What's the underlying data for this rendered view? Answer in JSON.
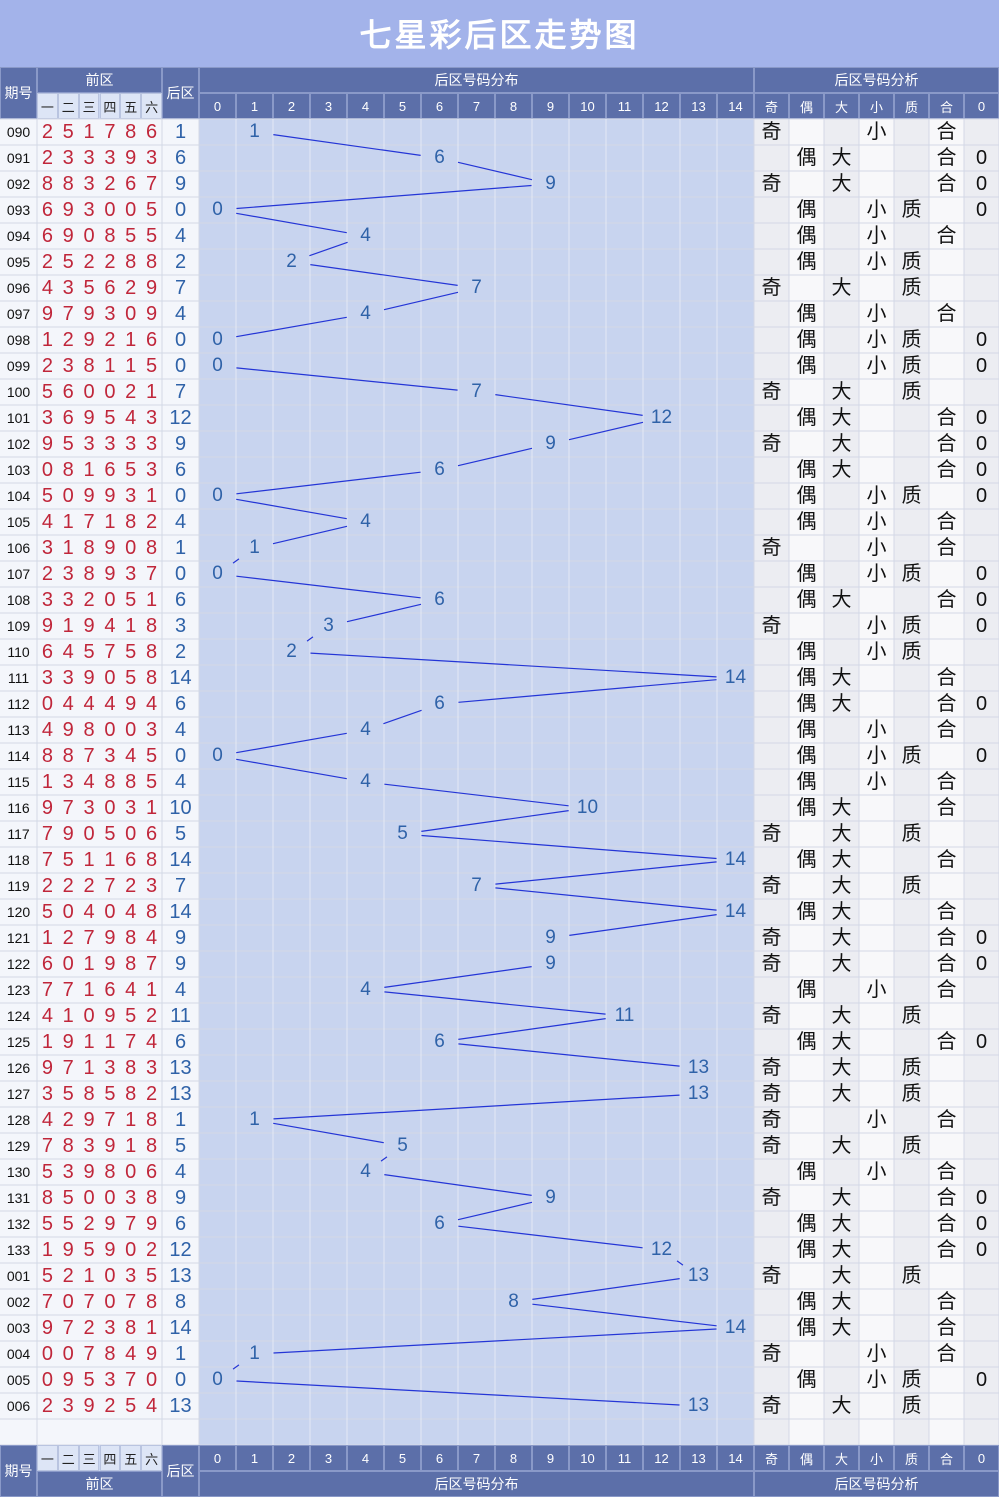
{
  "title": "七星彩后区走势图",
  "headers": {
    "issue_label": "期号",
    "front_label": "前区",
    "front_cols": [
      "一",
      "二",
      "三",
      "四",
      "五",
      "六"
    ],
    "back_label": "后区",
    "dist_label": "后区号码分布",
    "dist_cols": [
      "0",
      "1",
      "2",
      "3",
      "4",
      "5",
      "6",
      "7",
      "8",
      "9",
      "10",
      "11",
      "12",
      "13",
      "14"
    ],
    "analysis_label": "后区号码分析",
    "analysis_cols": [
      "奇",
      "偶",
      "大",
      "小",
      "质",
      "合",
      "0"
    ]
  },
  "colors": {
    "title_bg": "#a3b3ea",
    "header_bg": "#5c6fa9",
    "front_digit": "#c0263a",
    "back_digit": "#2f62a8",
    "trend_line": "#2435d6"
  },
  "chart_data": {
    "type": "table",
    "title": "七星彩后区走势图",
    "rows": [
      {
        "issue": "090",
        "front": "251786",
        "back": "1",
        "analysis": [
          "奇",
          "",
          "",
          "小",
          "",
          "合",
          ""
        ]
      },
      {
        "issue": "091",
        "front": "233393",
        "back": "6",
        "analysis": [
          "",
          "偶",
          "大",
          "",
          "",
          "合",
          "0"
        ]
      },
      {
        "issue": "092",
        "front": "883267",
        "back": "9",
        "analysis": [
          "奇",
          "",
          "大",
          "",
          "",
          "合",
          "0"
        ]
      },
      {
        "issue": "093",
        "front": "693005",
        "back": "0",
        "analysis": [
          "",
          "偶",
          "",
          "小",
          "质",
          "",
          "0"
        ]
      },
      {
        "issue": "094",
        "front": "690855",
        "back": "4",
        "analysis": [
          "",
          "偶",
          "",
          "小",
          "",
          "合",
          ""
        ]
      },
      {
        "issue": "095",
        "front": "252288",
        "back": "2",
        "analysis": [
          "",
          "偶",
          "",
          "小",
          "质",
          "",
          ""
        ]
      },
      {
        "issue": "096",
        "front": "435629",
        "back": "7",
        "analysis": [
          "奇",
          "",
          "大",
          "",
          "质",
          "",
          ""
        ]
      },
      {
        "issue": "097",
        "front": "979309",
        "back": "4",
        "analysis": [
          "",
          "偶",
          "",
          "小",
          "",
          "合",
          ""
        ]
      },
      {
        "issue": "098",
        "front": "129216",
        "back": "0",
        "analysis": [
          "",
          "偶",
          "",
          "小",
          "质",
          "",
          "0"
        ]
      },
      {
        "issue": "099",
        "front": "238115",
        "back": "0",
        "analysis": [
          "",
          "偶",
          "",
          "小",
          "质",
          "",
          "0"
        ]
      },
      {
        "issue": "100",
        "front": "560021",
        "back": "7",
        "analysis": [
          "奇",
          "",
          "大",
          "",
          "质",
          "",
          ""
        ]
      },
      {
        "issue": "101",
        "front": "369543",
        "back": "12",
        "analysis": [
          "",
          "偶",
          "大",
          "",
          "",
          "合",
          "0"
        ]
      },
      {
        "issue": "102",
        "front": "953333",
        "back": "9",
        "analysis": [
          "奇",
          "",
          "大",
          "",
          "",
          "合",
          "0"
        ]
      },
      {
        "issue": "103",
        "front": "081653",
        "back": "6",
        "analysis": [
          "",
          "偶",
          "大",
          "",
          "",
          "合",
          "0"
        ]
      },
      {
        "issue": "104",
        "front": "509931",
        "back": "0",
        "analysis": [
          "",
          "偶",
          "",
          "小",
          "质",
          "",
          "0"
        ]
      },
      {
        "issue": "105",
        "front": "417182",
        "back": "4",
        "analysis": [
          "",
          "偶",
          "",
          "小",
          "",
          "合",
          ""
        ]
      },
      {
        "issue": "106",
        "front": "318908",
        "back": "1",
        "analysis": [
          "奇",
          "",
          "",
          "小",
          "",
          "合",
          ""
        ]
      },
      {
        "issue": "107",
        "front": "238937",
        "back": "0",
        "analysis": [
          "",
          "偶",
          "",
          "小",
          "质",
          "",
          "0"
        ]
      },
      {
        "issue": "108",
        "front": "332051",
        "back": "6",
        "analysis": [
          "",
          "偶",
          "大",
          "",
          "",
          "合",
          "0"
        ]
      },
      {
        "issue": "109",
        "front": "919418",
        "back": "3",
        "analysis": [
          "奇",
          "",
          "",
          "小",
          "质",
          "",
          "0"
        ]
      },
      {
        "issue": "110",
        "front": "645758",
        "back": "2",
        "analysis": [
          "",
          "偶",
          "",
          "小",
          "质",
          "",
          ""
        ]
      },
      {
        "issue": "111",
        "front": "339058",
        "back": "14",
        "analysis": [
          "",
          "偶",
          "大",
          "",
          "",
          "合",
          ""
        ]
      },
      {
        "issue": "112",
        "front": "044494",
        "back": "6",
        "analysis": [
          "",
          "偶",
          "大",
          "",
          "",
          "合",
          "0"
        ]
      },
      {
        "issue": "113",
        "front": "498003",
        "back": "4",
        "analysis": [
          "",
          "偶",
          "",
          "小",
          "",
          "合",
          ""
        ]
      },
      {
        "issue": "114",
        "front": "887345",
        "back": "0",
        "analysis": [
          "",
          "偶",
          "",
          "小",
          "质",
          "",
          "0"
        ]
      },
      {
        "issue": "115",
        "front": "134885",
        "back": "4",
        "analysis": [
          "",
          "偶",
          "",
          "小",
          "",
          "合",
          ""
        ]
      },
      {
        "issue": "116",
        "front": "973031",
        "back": "10",
        "analysis": [
          "",
          "偶",
          "大",
          "",
          "",
          "合",
          ""
        ]
      },
      {
        "issue": "117",
        "front": "790506",
        "back": "5",
        "analysis": [
          "奇",
          "",
          "大",
          "",
          "质",
          "",
          ""
        ]
      },
      {
        "issue": "118",
        "front": "751168",
        "back": "14",
        "analysis": [
          "",
          "偶",
          "大",
          "",
          "",
          "合",
          ""
        ]
      },
      {
        "issue": "119",
        "front": "222723",
        "back": "7",
        "analysis": [
          "奇",
          "",
          "大",
          "",
          "质",
          "",
          ""
        ]
      },
      {
        "issue": "120",
        "front": "504048",
        "back": "14",
        "analysis": [
          "",
          "偶",
          "大",
          "",
          "",
          "合",
          ""
        ]
      },
      {
        "issue": "121",
        "front": "127984",
        "back": "9",
        "analysis": [
          "奇",
          "",
          "大",
          "",
          "",
          "合",
          "0"
        ]
      },
      {
        "issue": "122",
        "front": "601987",
        "back": "9",
        "analysis": [
          "奇",
          "",
          "大",
          "",
          "",
          "合",
          "0"
        ]
      },
      {
        "issue": "123",
        "front": "771641",
        "back": "4",
        "analysis": [
          "",
          "偶",
          "",
          "小",
          "",
          "合",
          ""
        ]
      },
      {
        "issue": "124",
        "front": "410952",
        "back": "11",
        "analysis": [
          "奇",
          "",
          "大",
          "",
          "质",
          "",
          ""
        ]
      },
      {
        "issue": "125",
        "front": "191174",
        "back": "6",
        "analysis": [
          "",
          "偶",
          "大",
          "",
          "",
          "合",
          "0"
        ]
      },
      {
        "issue": "126",
        "front": "971383",
        "back": "13",
        "analysis": [
          "奇",
          "",
          "大",
          "",
          "质",
          "",
          ""
        ]
      },
      {
        "issue": "127",
        "front": "358582",
        "back": "13",
        "analysis": [
          "奇",
          "",
          "大",
          "",
          "质",
          "",
          ""
        ]
      },
      {
        "issue": "128",
        "front": "429718",
        "back": "1",
        "analysis": [
          "奇",
          "",
          "",
          "小",
          "",
          "合",
          ""
        ]
      },
      {
        "issue": "129",
        "front": "783918",
        "back": "5",
        "analysis": [
          "奇",
          "",
          "大",
          "",
          "质",
          "",
          ""
        ]
      },
      {
        "issue": "130",
        "front": "539806",
        "back": "4",
        "analysis": [
          "",
          "偶",
          "",
          "小",
          "",
          "合",
          ""
        ]
      },
      {
        "issue": "131",
        "front": "850038",
        "back": "9",
        "analysis": [
          "奇",
          "",
          "大",
          "",
          "",
          "合",
          "0"
        ]
      },
      {
        "issue": "132",
        "front": "552979",
        "back": "6",
        "analysis": [
          "",
          "偶",
          "大",
          "",
          "",
          "合",
          "0"
        ]
      },
      {
        "issue": "133",
        "front": "195902",
        "back": "12",
        "analysis": [
          "",
          "偶",
          "大",
          "",
          "",
          "合",
          "0"
        ]
      },
      {
        "issue": "001",
        "front": "521035",
        "back": "13",
        "analysis": [
          "奇",
          "",
          "大",
          "",
          "质",
          "",
          ""
        ]
      },
      {
        "issue": "002",
        "front": "707078",
        "back": "8",
        "analysis": [
          "",
          "偶",
          "大",
          "",
          "",
          "合",
          ""
        ]
      },
      {
        "issue": "003",
        "front": "972381",
        "back": "14",
        "analysis": [
          "",
          "偶",
          "大",
          "",
          "",
          "合",
          ""
        ]
      },
      {
        "issue": "004",
        "front": "007849",
        "back": "1",
        "analysis": [
          "奇",
          "",
          "",
          "小",
          "",
          "合",
          ""
        ]
      },
      {
        "issue": "005",
        "front": "095370",
        "back": "0",
        "analysis": [
          "",
          "偶",
          "",
          "小",
          "质",
          "",
          "0"
        ]
      },
      {
        "issue": "006",
        "front": "239254",
        "back": "13",
        "analysis": [
          "奇",
          "",
          "大",
          "",
          "质",
          "",
          ""
        ]
      }
    ]
  }
}
